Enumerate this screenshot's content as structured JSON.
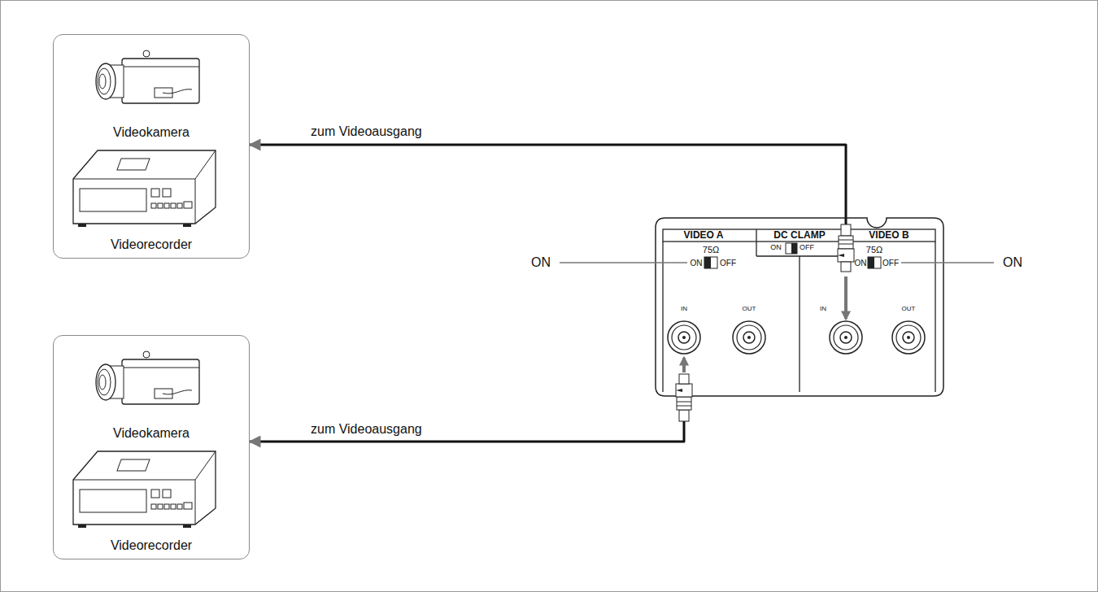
{
  "diagram": {
    "nodes": [
      {
        "text": [
          "Videokamera",
          "Videorecorder"
        ]
      },
      {
        "text": [
          "Videokamera",
          "Videorecorder"
        ]
      },
      {
        "text": [
          "VIDEO A",
          "75Ω",
          "ON",
          "OFF",
          "IN",
          "OUT"
        ]
      },
      {
        "text": [
          "DC CLAMP",
          "ON",
          "OFF"
        ]
      },
      {
        "text": [
          "VIDEO B",
          "75Ω",
          "ON",
          "OFF",
          "IN",
          "OUT"
        ]
      }
    ],
    "edges": [
      {
        "from": 4,
        "to": 0,
        "arrow": "to",
        "label": "zum Videoausgang"
      },
      {
        "from": 2,
        "to": 1,
        "arrow": "to",
        "label": "zum Videoausgang"
      }
    ],
    "labels": [
      "ON",
      "ON"
    ]
  }
}
